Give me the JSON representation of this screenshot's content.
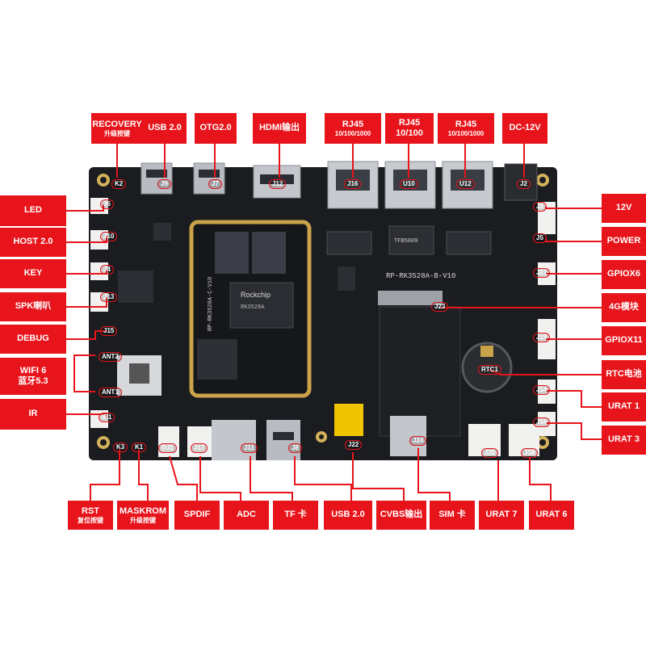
{
  "board": {
    "silk_model": "RP-RK3528A-B-V10",
    "som_silk": "RP-RK3528A-C-V10",
    "chip_brand": "Rockchip",
    "chip_model": "RK3528A",
    "transformer_text": "TFB5009"
  },
  "top_labels": [
    {
      "id": "recovery",
      "line1": "RECOVERY",
      "line2": "升级按键",
      "tag": "K2"
    },
    {
      "id": "usb20-top",
      "line1": "USB 2.0",
      "line2": "",
      "tag": "J9"
    },
    {
      "id": "otg",
      "line1": "OTG2.0",
      "line2": "",
      "tag": "J7"
    },
    {
      "id": "hdmi",
      "line1": "HDMI输出",
      "line2": "",
      "tag": "J12"
    },
    {
      "id": "rj45-1",
      "line1": "RJ45",
      "line2": "10/100/1000",
      "tag": "J16"
    },
    {
      "id": "rj45-2",
      "line1": "RJ45",
      "line2": "10/100",
      "tag": "U10"
    },
    {
      "id": "rj45-3",
      "line1": "RJ45",
      "line2": "10/100/1000",
      "tag": "U12"
    },
    {
      "id": "dc",
      "line1": "DC-12V",
      "line2": "",
      "tag": "J2"
    }
  ],
  "left_labels": [
    {
      "id": "led",
      "line1": "LED",
      "line2": "",
      "tag": "J6"
    },
    {
      "id": "host",
      "line1": "HOST 2.0",
      "line2": "",
      "tag": "J10"
    },
    {
      "id": "key",
      "line1": "KEY",
      "line2": "",
      "tag": "J4"
    },
    {
      "id": "spk",
      "line1": "SPK喇叭",
      "line2": "",
      "tag": "J13"
    },
    {
      "id": "debug",
      "line1": "DEBUG",
      "line2": "",
      "tag": "J15"
    },
    {
      "id": "wifi",
      "line1": "WIFI 6",
      "line2": "蓝牙5.3",
      "tag": "ANT2",
      "tag2": "ANT1"
    },
    {
      "id": "ir",
      "line1": "IR",
      "line2": "",
      "tag": "IR1"
    }
  ],
  "right_labels": [
    {
      "id": "12v",
      "line1": "12V",
      "tag": "J3"
    },
    {
      "id": "power",
      "line1": "POWER",
      "tag": "J5"
    },
    {
      "id": "gpiox6",
      "line1": "GPIOX6",
      "tag": "J21"
    },
    {
      "id": "4g",
      "line1": "4G模块",
      "tag": "J23"
    },
    {
      "id": "gpiox11",
      "line1": "GPIOX11",
      "tag": "J19"
    },
    {
      "id": "rtc",
      "line1": "RTC电池",
      "tag": "RTC1"
    },
    {
      "id": "urat1",
      "line1": "URAT 1",
      "tag": "J14"
    },
    {
      "id": "urat3",
      "line1": "URAT 3",
      "tag": "J16"
    }
  ],
  "bottom_labels": [
    {
      "id": "rst",
      "line1": "RST",
      "line2": "复位按键",
      "tag": "K3"
    },
    {
      "id": "maskrom",
      "line1": "MASKROM",
      "line2": "升级按键",
      "tag": "K1"
    },
    {
      "id": "spdif",
      "line1": "SPDIF",
      "line2": "",
      "tag": "DJ1"
    },
    {
      "id": "adc",
      "line1": "ADC",
      "line2": "",
      "tag": "J17"
    },
    {
      "id": "tf",
      "line1": "TF 卡",
      "line2": "",
      "tag": "J11"
    },
    {
      "id": "usb20-bottom",
      "line1": "USB 2.0",
      "line2": "",
      "tag": "J8"
    },
    {
      "id": "cvbs",
      "line1": "CVBS输出",
      "line2": "",
      "tag": "J22"
    },
    {
      "id": "sim",
      "line1": "SIM 卡",
      "line2": "",
      "tag": "J24"
    },
    {
      "id": "urat7",
      "line1": "URAT 7",
      "line2": "",
      "tag": "J20"
    },
    {
      "id": "urat6",
      "line1": "URAT 6",
      "line2": "",
      "tag": "J18"
    }
  ],
  "colors": {
    "label_bg": "#e8141b",
    "line": "#e8141b",
    "pcb": "#1b1c20",
    "gold": "#c9a24a"
  }
}
